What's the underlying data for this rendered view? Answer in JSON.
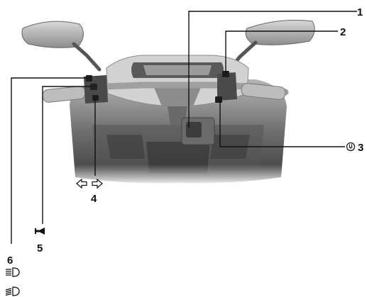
{
  "callouts": [
    {
      "number": "1"
    },
    {
      "number": "2"
    },
    {
      "number": "3",
      "icon": "engine-stop-switch-icon"
    },
    {
      "number": "4",
      "icon": "turn-signal-arrows-icon"
    },
    {
      "number": "5",
      "icon": "horn-icon"
    },
    {
      "number": "6",
      "icons": [
        "high-beam-icon",
        "low-beam-icon"
      ]
    }
  ],
  "colors": {
    "line": "#111111",
    "body_dark": "#3e3e3e",
    "body_mid": "#8a8a8a",
    "body_light": "#c9c9c9"
  }
}
